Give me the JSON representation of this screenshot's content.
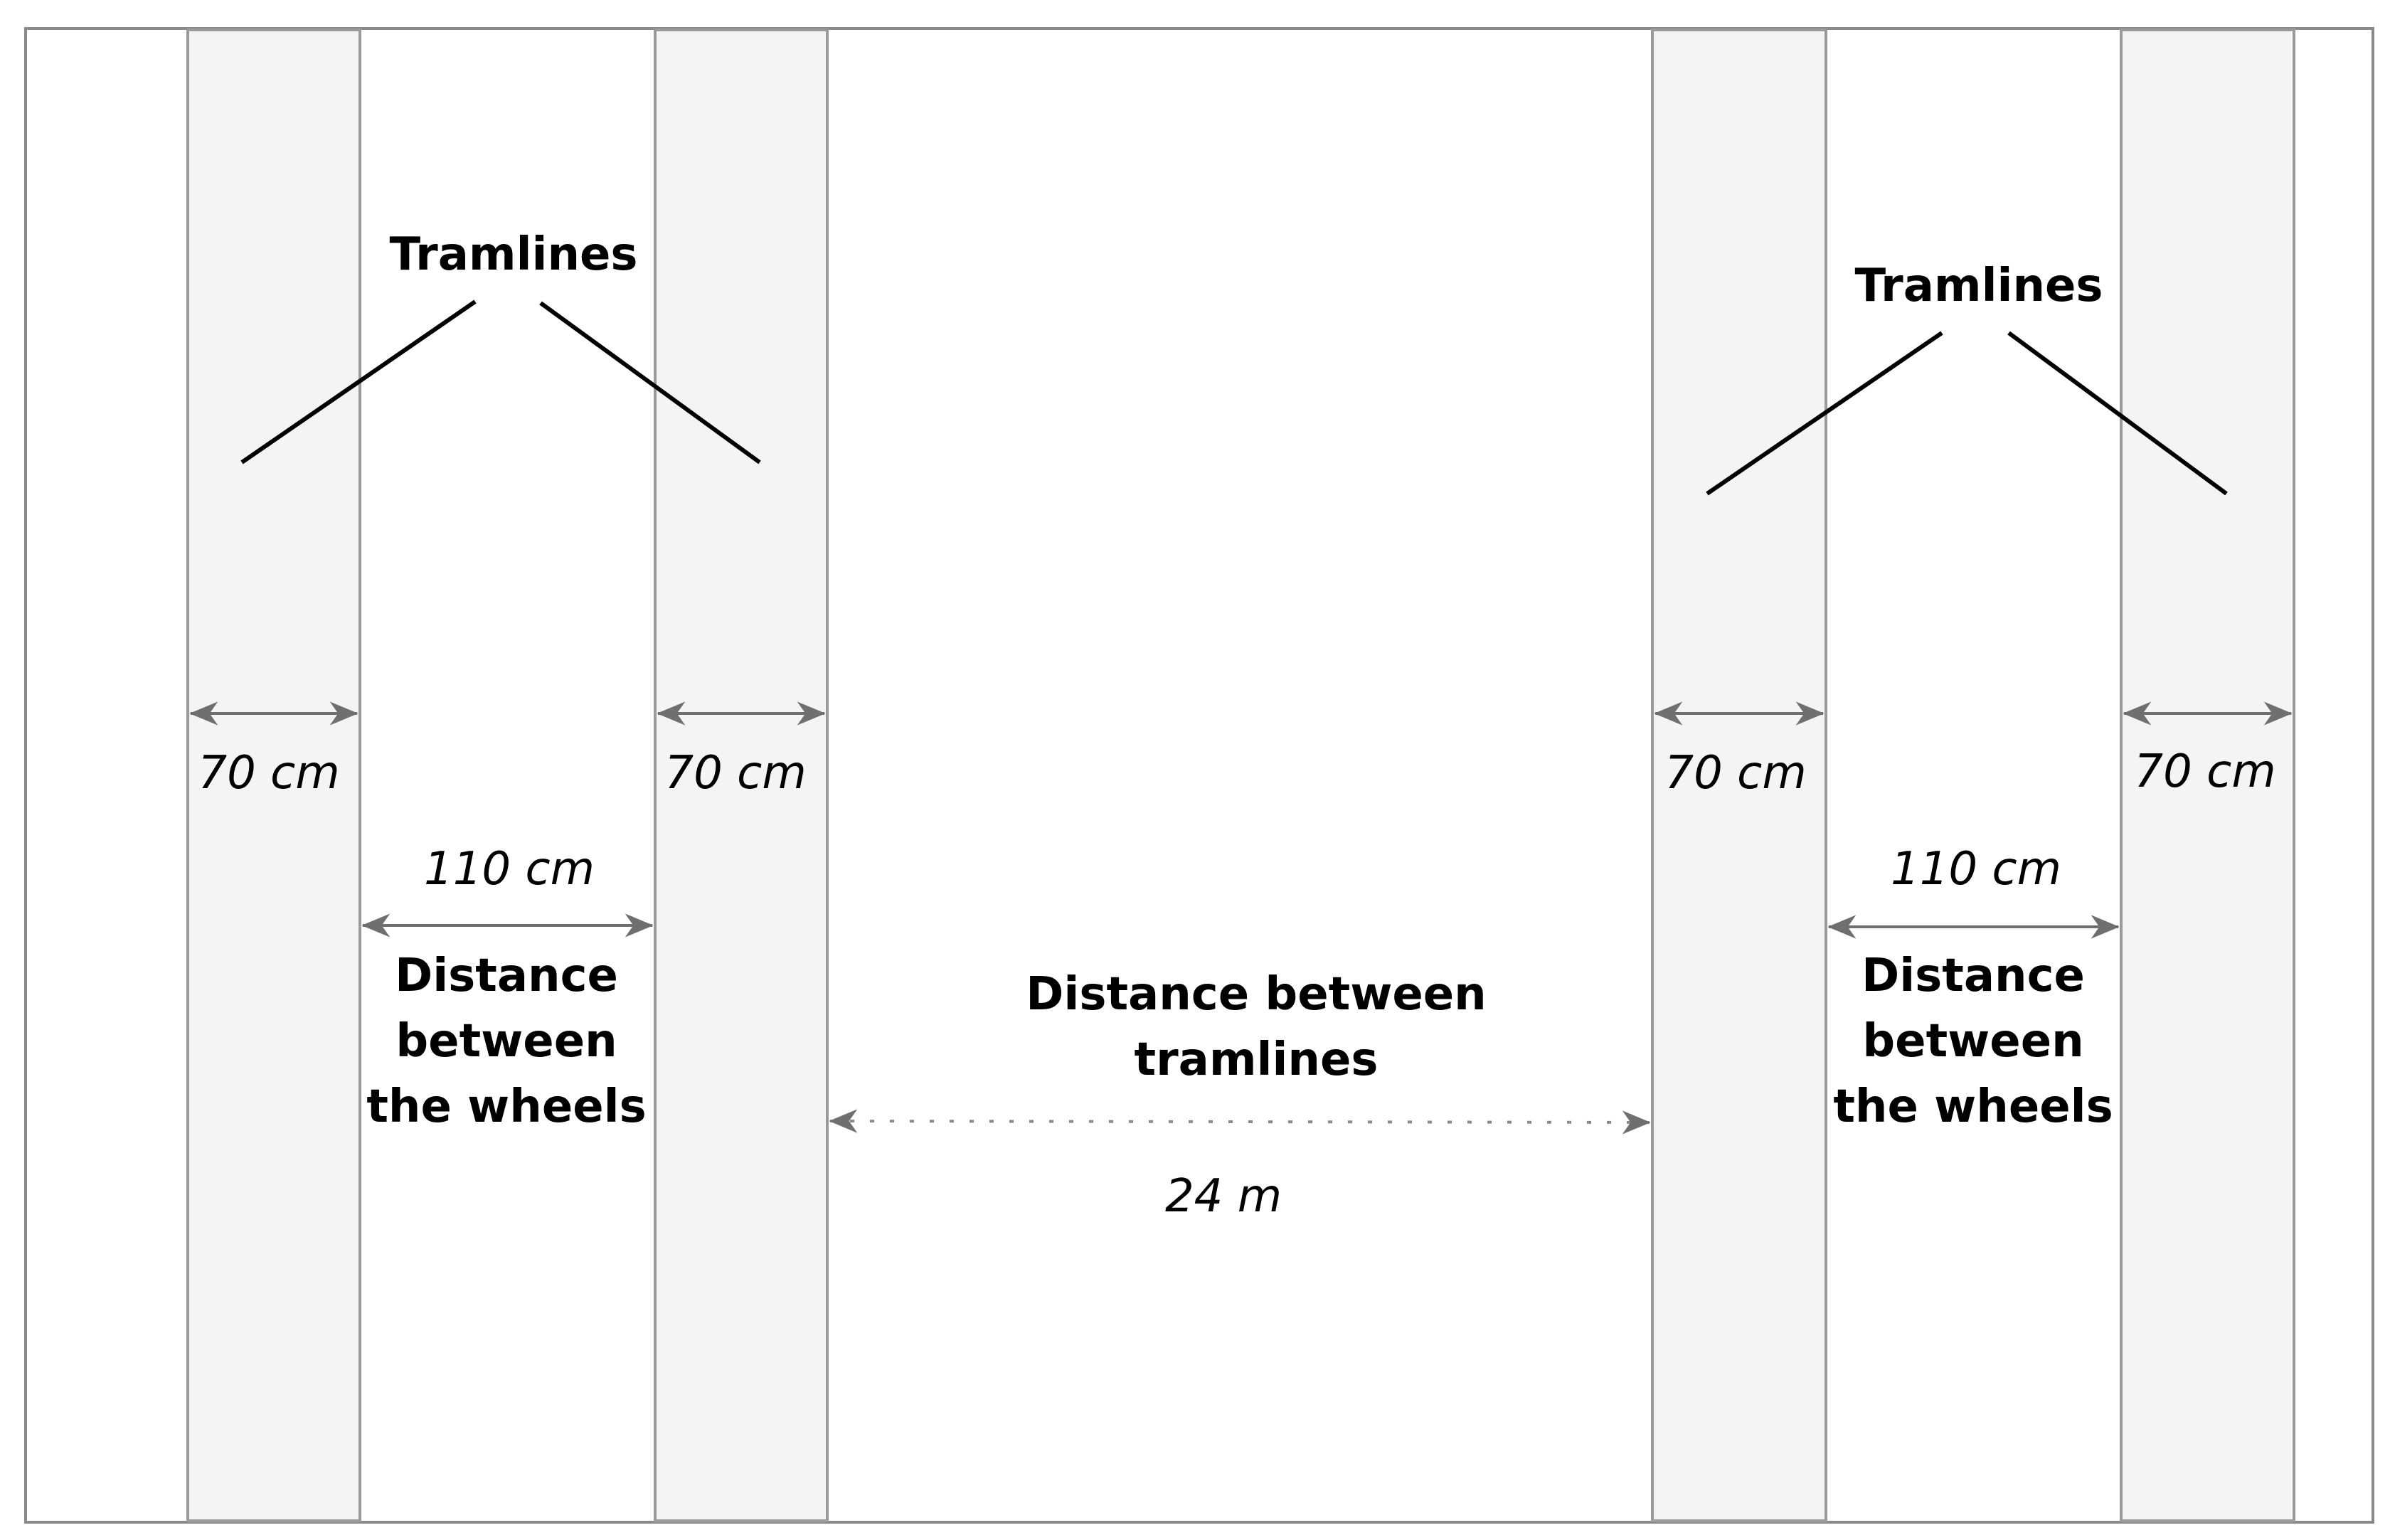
{
  "labels": {
    "tramlines": "Tramlines",
    "track_width": "70 cm",
    "wheel_distance_value": "110 cm",
    "wheel_distance_caption": "Distance between the wheels",
    "tramline_distance_caption": "Distance between tramlines",
    "tramline_distance_value": "24 m"
  },
  "colors": {
    "track_fill": "#f5f5f5",
    "track_border": "#9a9a9a",
    "arrow": "#707070",
    "text": "#000000"
  }
}
